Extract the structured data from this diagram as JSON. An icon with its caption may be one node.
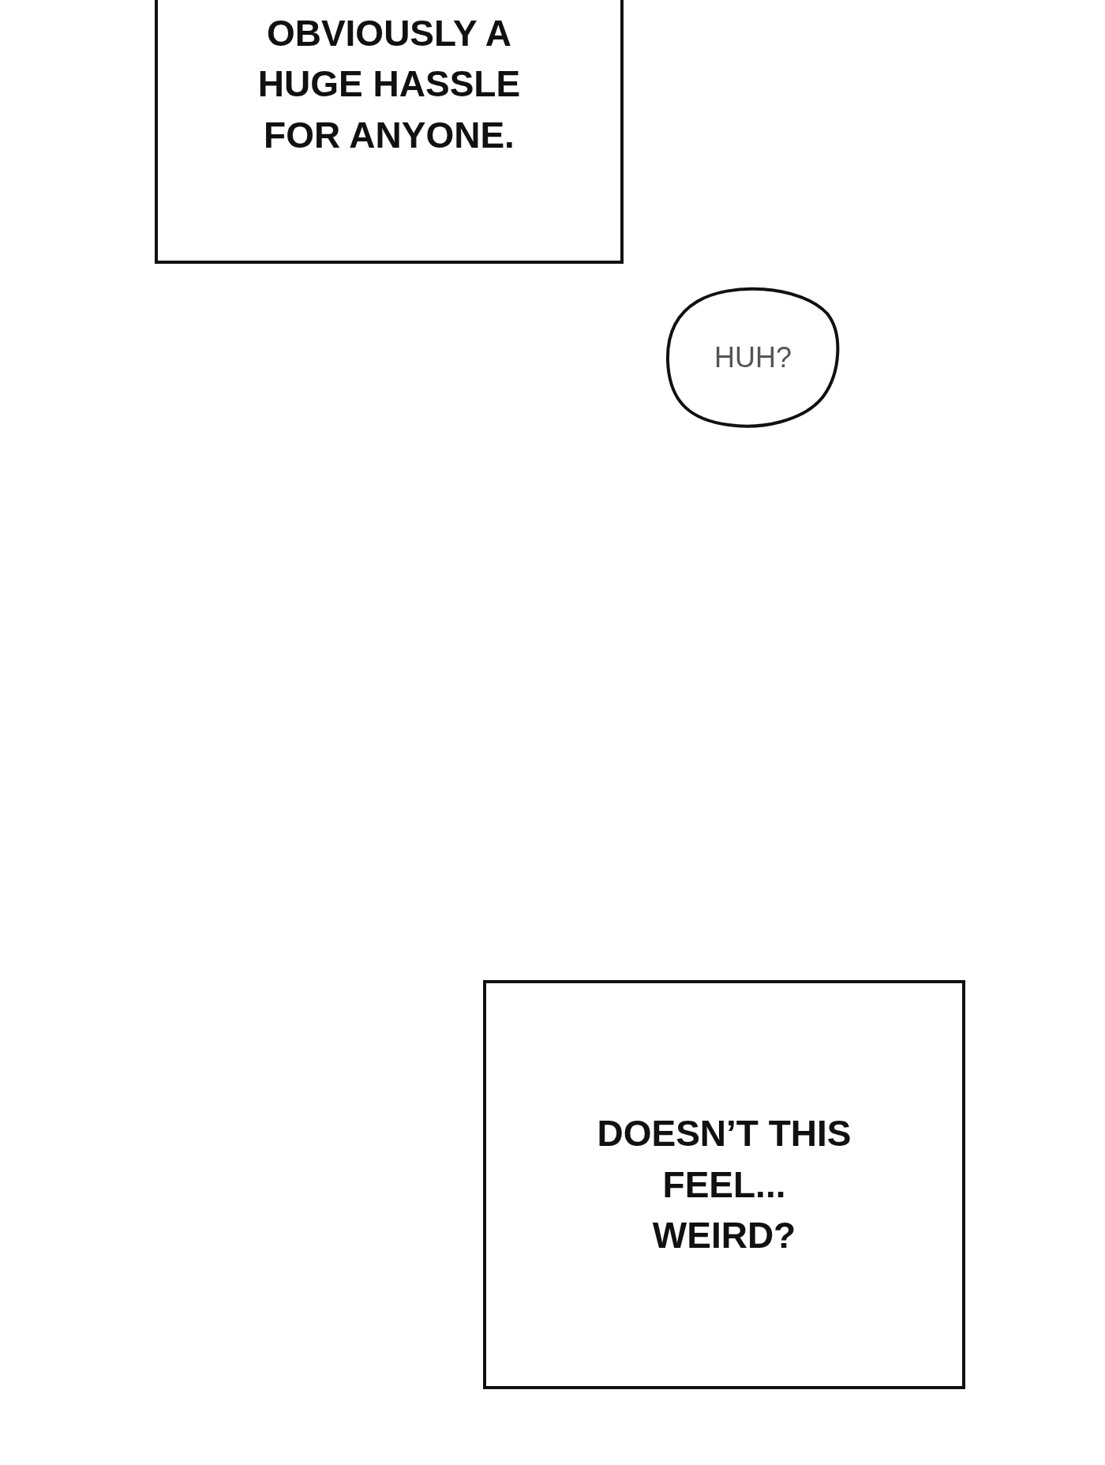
{
  "diagram": {
    "nodes": [
      {
        "text": [
          "OBVIOUSLY A HUGE HASSLE FOR ANYONE."
        ]
      },
      {
        "text": [
          "HUH?"
        ]
      },
      {
        "text": [
          "DOESN’T THIS FEEL... WEIRD?"
        ]
      }
    ]
  }
}
